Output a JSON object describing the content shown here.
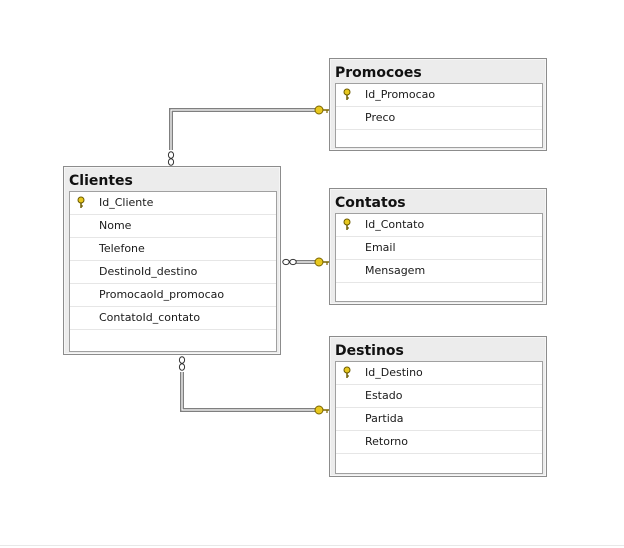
{
  "tables": {
    "promocoes": {
      "title": "Promocoes",
      "columns": [
        {
          "name": "Id_Promocao",
          "pk": true
        },
        {
          "name": "Preco",
          "pk": false
        }
      ]
    },
    "clientes": {
      "title": "Clientes",
      "columns": [
        {
          "name": "Id_Cliente",
          "pk": true
        },
        {
          "name": "Nome",
          "pk": false
        },
        {
          "name": "Telefone",
          "pk": false
        },
        {
          "name": "DestinoId_destino",
          "pk": false
        },
        {
          "name": "PromocaoId_promocao",
          "pk": false
        },
        {
          "name": "ContatoId_contato",
          "pk": false
        }
      ]
    },
    "contatos": {
      "title": "Contatos",
      "columns": [
        {
          "name": "Id_Contato",
          "pk": true
        },
        {
          "name": "Email",
          "pk": false
        },
        {
          "name": "Mensagem",
          "pk": false
        }
      ]
    },
    "destinos": {
      "title": "Destinos",
      "columns": [
        {
          "name": "Id_Destino",
          "pk": true
        },
        {
          "name": "Estado",
          "pk": false
        },
        {
          "name": "Partida",
          "pk": false
        },
        {
          "name": "Retorno",
          "pk": false
        }
      ]
    }
  },
  "relationships": [
    {
      "from": "clientes",
      "to": "promocoes",
      "from_end": "many",
      "to_end": "one"
    },
    {
      "from": "clientes",
      "to": "contatos",
      "from_end": "many",
      "to_end": "one"
    },
    {
      "from": "clientes",
      "to": "destinos",
      "from_end": "many",
      "to_end": "one"
    }
  ],
  "colors": {
    "key_icon": "#e8c81e",
    "connector": "#7f7f7f",
    "header_bg": "#ececec"
  }
}
